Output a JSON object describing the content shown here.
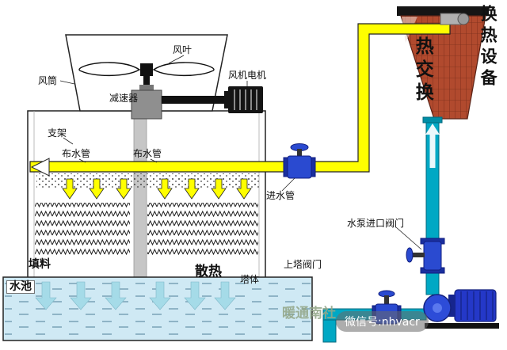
{
  "diagram": {
    "labels": {
      "heat_exchange_equipment": "换热设备",
      "heat_exchanger": "热交换",
      "fan_blade": "风叶",
      "fan_duct": "风筒",
      "fan_motor": "风机电机",
      "reducer": "减速器",
      "support_frame": "支架",
      "dist_pipe_left": "布水管",
      "dist_pipe_right": "布水管",
      "inlet_pipe": "进水管",
      "pump_inlet_valve": "水泵进口阀门",
      "upper_tower_valve": "上塔阀门",
      "fill_material": "填料",
      "heat_dissipation": "散热",
      "tower_body": "塔体",
      "water_pool": "水池"
    },
    "watermarks": {
      "brand": "暖通南社",
      "wechat_id": "微信号:nhvacr"
    },
    "colors": {
      "hot_pipe": "#ffff00",
      "cold_pipe": "#00a8c4",
      "exchanger_red": "#b14a2e",
      "pool_water": "#cfe9f4",
      "pump_blue": "#2438c8",
      "valve_blue": "#2a4ad0",
      "arrow_light_blue": "#a5dbe8"
    }
  }
}
